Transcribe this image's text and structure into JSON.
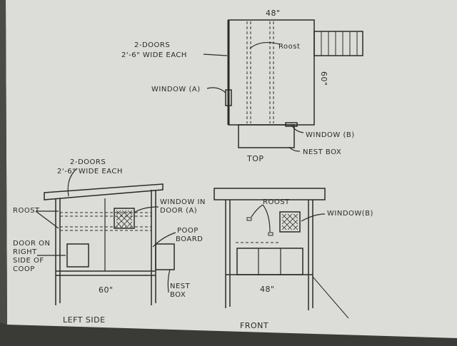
{
  "top_view": {
    "width_label": "48\"",
    "depth_label": "60\"",
    "doors_line1": "2-DOORS",
    "doors_line2": "2'-6\" WIDE EACH",
    "roost_label": "Roost",
    "window_a_label": "WINDOW (A)",
    "window_b_label": "WINDOW (B)",
    "nest_box_label": "NEST BOX",
    "view_label": "TOP"
  },
  "left_view": {
    "doors_line1": "2-DOORS",
    "doors_line2": "2'-6\" WIDE EACH",
    "roost_label": "ROOST",
    "window_line1": "WINDOW IN",
    "window_line2": "DOOR (A)",
    "door_line1": "DOOR ON",
    "door_line2": "RIGHT",
    "door_line3": "SIDE OF",
    "door_line4": "COOP",
    "poop_line1": "POOP",
    "poop_line2": "BOARD",
    "nest_line1": "NEST",
    "nest_line2": "BOX",
    "width_label": "60\"",
    "view_label": "LEFT SIDE"
  },
  "front_view": {
    "roost_label": "ROOST",
    "window_label": "WINDOW(B)",
    "width_label": "48\"",
    "view_label": "FRONT"
  }
}
